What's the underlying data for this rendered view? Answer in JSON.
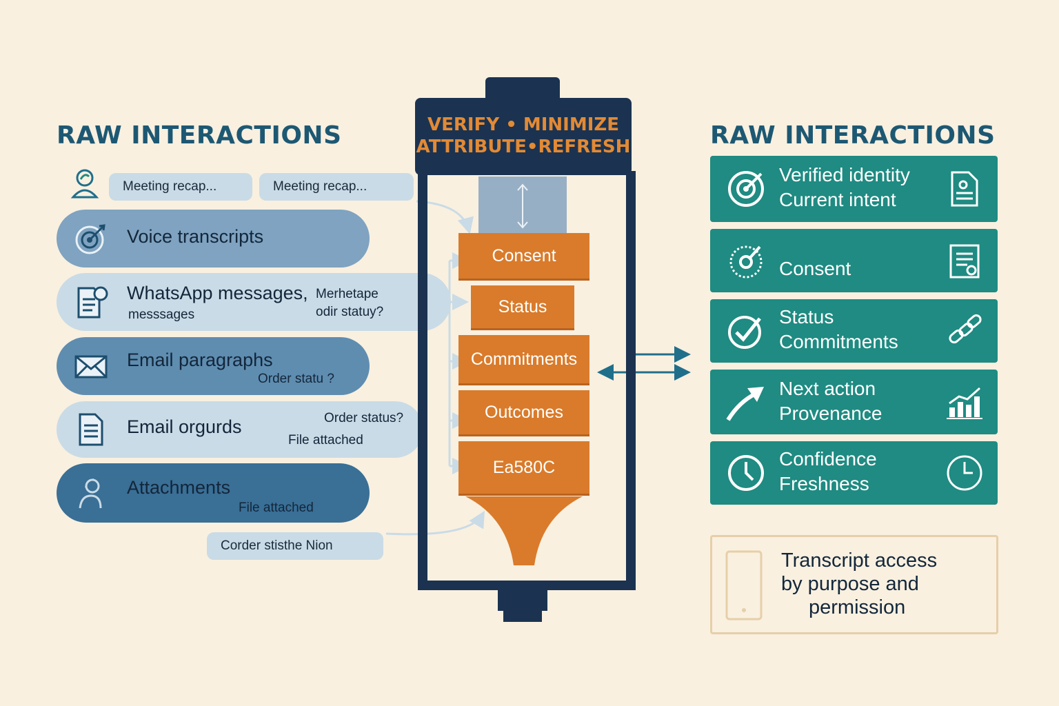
{
  "left": {
    "heading": "RAW INTERACTIONS",
    "chips": [
      "Meeting recap...",
      "Meeting recap..."
    ],
    "voice": "Voice transcripts",
    "whatsapp": {
      "label": "WhatsApp messages,",
      "sub": "messsages",
      "note1": "Merhetape",
      "note2": "odir statuy?"
    },
    "email_paragraphs": {
      "label": "Email paragraphs",
      "sub": "Order statu ?"
    },
    "email_orgurds": {
      "label": "Email orgurds",
      "note1": "Order status?",
      "note2": "File attached"
    },
    "attachments": {
      "label": "Attachments",
      "sub": "File attached"
    },
    "bottom_chip": "Corder stisthe Nion"
  },
  "funnel": {
    "title_line1": "VERIFY • MINIMIZE",
    "title_line2": "ATTRIBUTE•REFRESH",
    "stages": [
      "Consent",
      "Status",
      "Commitments",
      "Outcomes",
      "Ea580C"
    ]
  },
  "right": {
    "heading": "RAW INTERACTIONS",
    "cards": [
      {
        "line1": "Verified identity",
        "line2": "Current intent",
        "icon": "target-icon",
        "right_icon": "document-icon"
      },
      {
        "line1": "",
        "line2": "Consent",
        "icon": "dial-icon",
        "right_icon": "checklist-icon"
      },
      {
        "line1": "Status",
        "line2": "Commitments",
        "icon": "check-circle-icon",
        "right_icon": "link-icon"
      },
      {
        "line1": "Next action",
        "line2": "Provenance",
        "icon": "arrow-up-icon",
        "right_icon": "bar-chart-icon"
      },
      {
        "line1": "Confidence",
        "line2": "Freshness",
        "icon": "clock-icon",
        "right_icon": "clock-icon"
      }
    ],
    "access_note": {
      "line1": "Transcript access",
      "line2": "by purpose and",
      "line3": "permission"
    }
  },
  "colors": {
    "background": "#f9f0e0",
    "navy": "#1b3350",
    "orange": "#d97b2b",
    "teal": "#1f8b82",
    "heading": "#1d5873"
  }
}
